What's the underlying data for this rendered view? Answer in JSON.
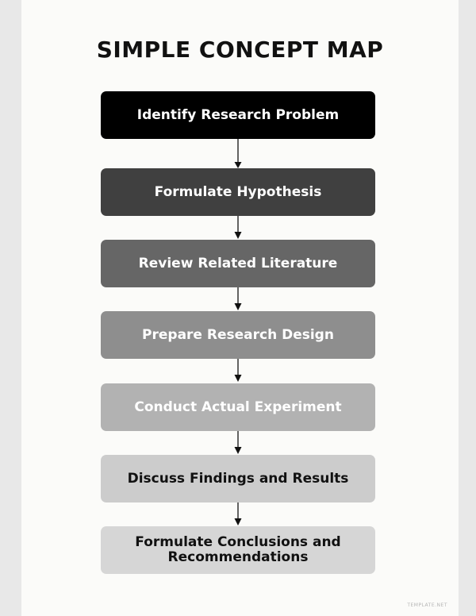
{
  "title": "SIMPLE CONCEPT MAP",
  "steps": [
    {
      "label": "Identify Research Problem",
      "bg": "#000000",
      "fg": "#ffffff"
    },
    {
      "label": "Formulate Hypothesis",
      "bg": "#404040",
      "fg": "#ffffff"
    },
    {
      "label": "Review Related Literature",
      "bg": "#666666",
      "fg": "#ffffff"
    },
    {
      "label": "Prepare Research Design",
      "bg": "#8e8e8e",
      "fg": "#ffffff"
    },
    {
      "label": "Conduct Actual Experiment",
      "bg": "#b2b2b2",
      "fg": "#ffffff"
    },
    {
      "label": "Discuss Findings and Results",
      "bg": "#cccccc",
      "fg": "#111111"
    },
    {
      "label": "Formulate Conclusions and Recommendations",
      "bg": "#d6d6d6",
      "fg": "#111111"
    }
  ],
  "colors": {
    "page": "#fbfbf9",
    "surround": "#e8e8e8",
    "arrow": "#111111"
  },
  "watermark": "TEMPLATE.NET"
}
